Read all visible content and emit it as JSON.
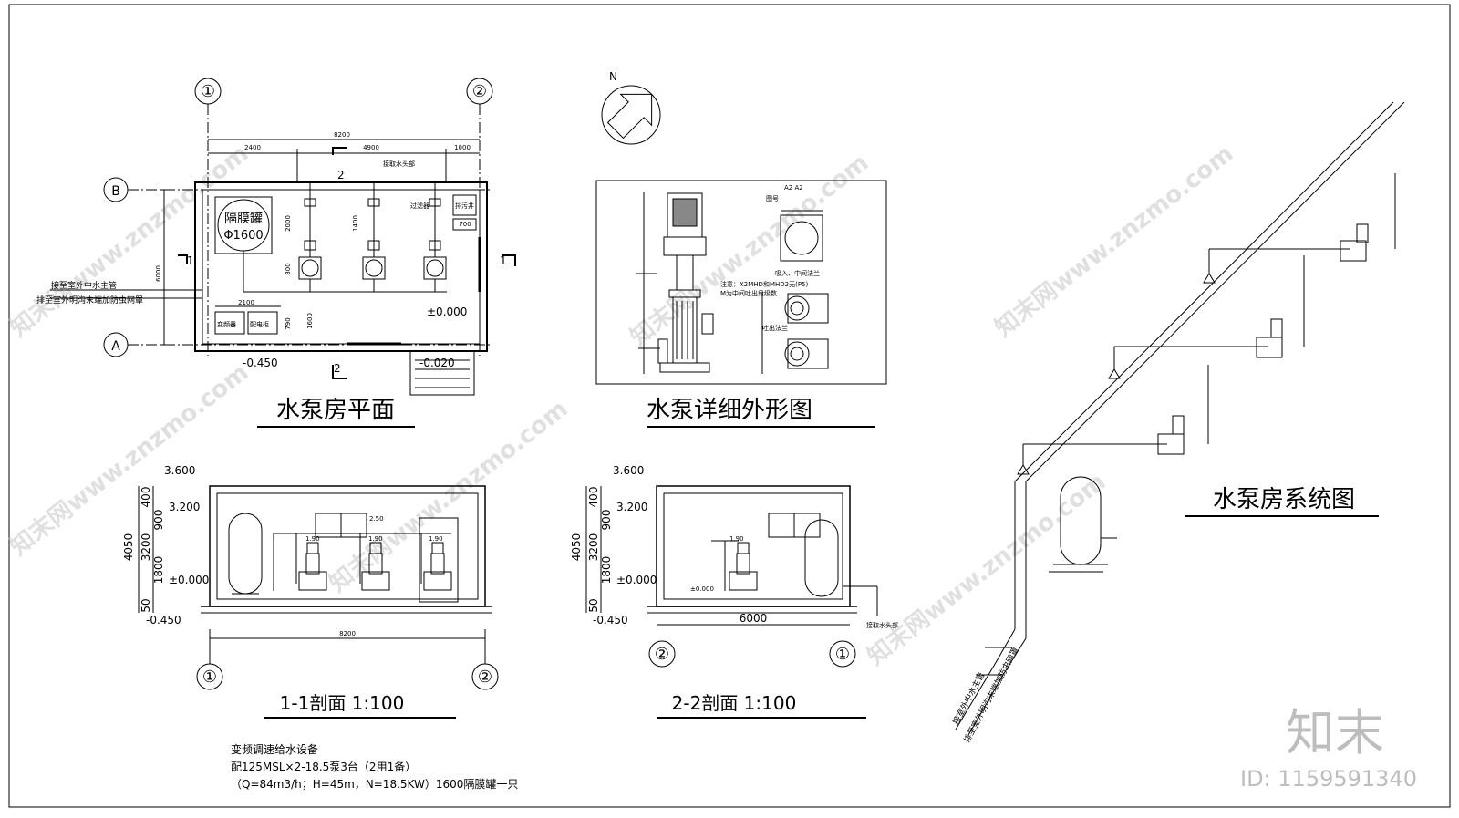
{
  "plan": {
    "title": "水泵房平面",
    "axis_1": "①",
    "axis_2": "②",
    "axis_a": "A",
    "axis_b": "B",
    "dim_total": "8200",
    "dim_left": "2400",
    "dim_mid": "4900",
    "dim_right": "1000",
    "dim_height": "6000",
    "dim_2100": "2100",
    "dim_2000": "2000",
    "dim_1400": "1400",
    "dim_800": "800",
    "dim_700": "700",
    "dim_790": "790",
    "dim_1600": "1600",
    "tank_label": "隔膜罐",
    "tank_dia": "Φ1600",
    "label_pipe_in": "接至室外中水主管",
    "label_pipe_out": "排至室外明沟末端加防虫网罩",
    "label_top_pipe": "接取水头部",
    "label_filter": "过滤器",
    "label_drain": "排污井",
    "label_vfd": "变频器",
    "label_cabinet": "配电柜",
    "level_0": "±0.000",
    "level_m450": "-0.450",
    "level_m020": "-0.020",
    "cut_1": "1",
    "cut_2": "2"
  },
  "pump_detail": {
    "title": "水泵详细外形图",
    "header": "A2 A2",
    "label_ref": "图号",
    "label_inlet": "吸入、中间法兰",
    "label_outlet": "吐出法兰",
    "note": "注意：X2MHD和MHD2无(P5)",
    "note2": "M为中间吐出段级数"
  },
  "section_1": {
    "title": "1-1剖面  1:100",
    "lvl_top": "3.600",
    "lvl_3200": "3.200",
    "lvl_0": "±0.000",
    "lvl_m450": "-0.450",
    "lvl_250": "2.50",
    "lvl_190": "1.90",
    "dim_total_h": "4050",
    "dim_400": "400",
    "dim_900": "900",
    "dim_3200": "3200",
    "dim_1800": "1800",
    "dim_50": "50",
    "dim_width": "8200",
    "axis_left": "①",
    "axis_right": "②"
  },
  "section_2": {
    "title": "2-2剖面  1:100",
    "lvl_top": "3.600",
    "lvl_3200": "3.200",
    "lvl_0": "±0.000",
    "lvl_m450": "-0.450",
    "lvl_190": "1.90",
    "dim_total_h": "4050",
    "dim_400": "400",
    "dim_900": "900",
    "dim_3200": "3200",
    "dim_1800": "1800",
    "dim_50": "50",
    "dim_width": "6000",
    "axis_left": "②",
    "axis_right": "①",
    "label_pipe": "接取水头部"
  },
  "system": {
    "title": "水泵房系统图",
    "label_in": "接室外中水主管",
    "label_out": "排至室外明沟末端加防虫网罩"
  },
  "notes": {
    "line1": "变频调速给水设备",
    "line2": "配125MSL×2-18.5泵3台（2用1备）",
    "line3": "（Q=84m3/h；H=45m，N=18.5KW）1600隔膜罐一只"
  },
  "compass": {
    "north": "N"
  },
  "branding": {
    "logo": "知末",
    "id": "ID: 1159591340",
    "watermark": "知末网www.znzmo.com"
  }
}
